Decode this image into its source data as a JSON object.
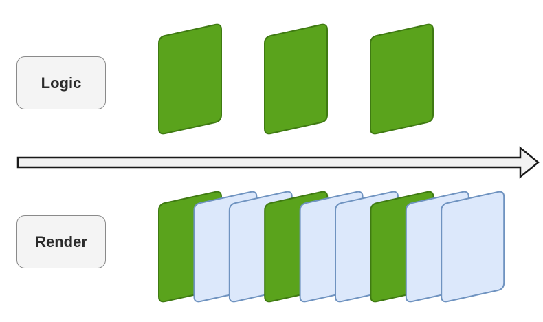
{
  "rows": {
    "logic": {
      "label": "Logic",
      "frames": [
        "update",
        "update",
        "update"
      ]
    },
    "render": {
      "label": "Render",
      "frames": [
        "update",
        "interpolated",
        "interpolated",
        "update",
        "interpolated",
        "interpolated",
        "update",
        "interpolated",
        "interpolated"
      ]
    }
  },
  "colors": {
    "update_fill": "#5aa31c",
    "update_stroke": "#3f7a12",
    "interpolated_fill": "#dce8fb",
    "interpolated_stroke": "#6f93c0",
    "arrow_fill": "#f2f2f2",
    "arrow_stroke": "#1a1a1a"
  }
}
